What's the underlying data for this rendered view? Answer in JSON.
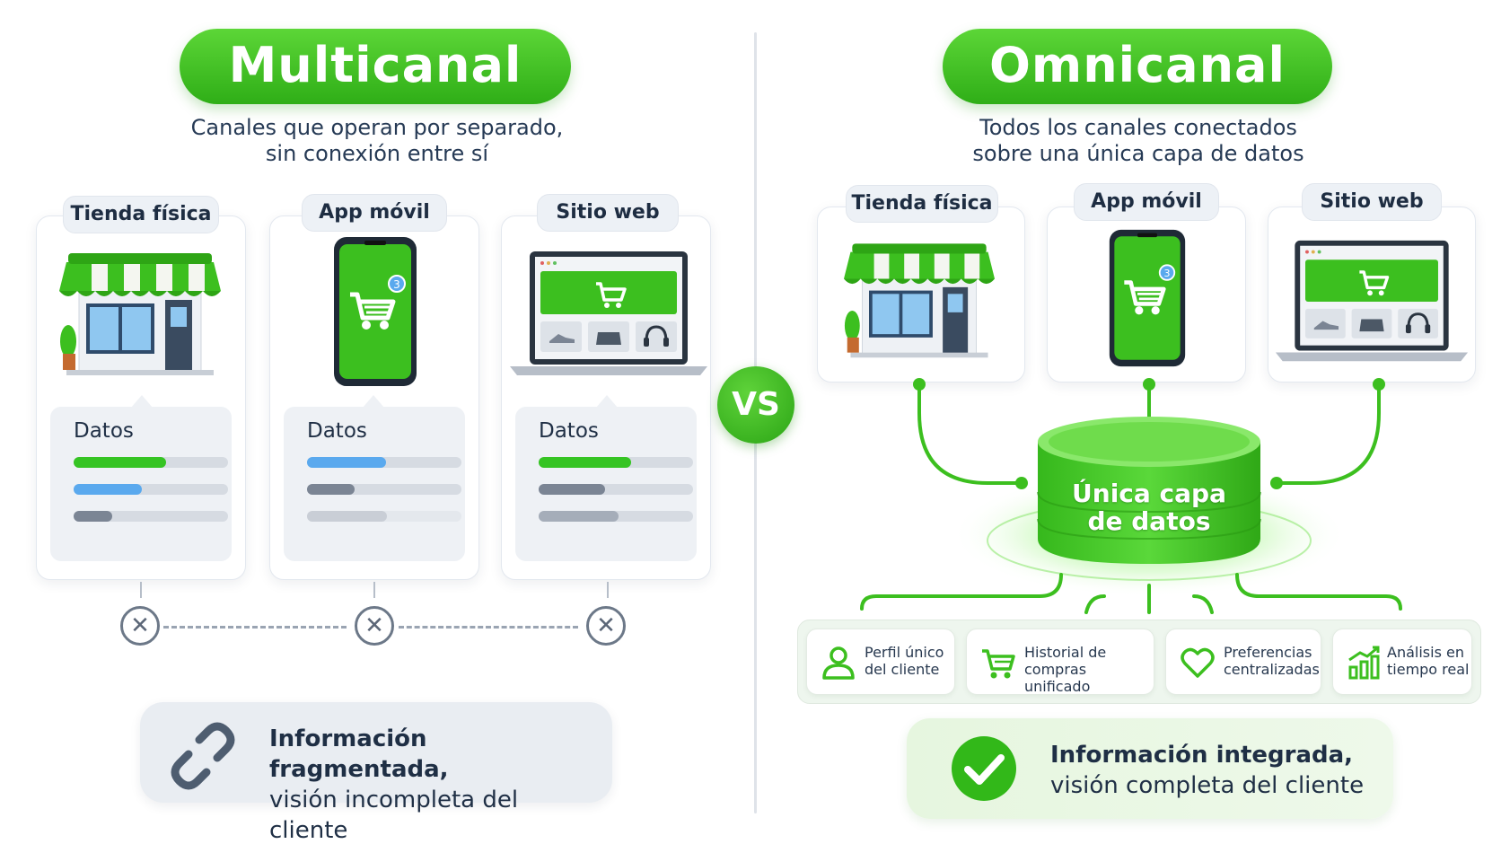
{
  "left": {
    "title": "Multicanal",
    "subtitle_lines": [
      "Canales que operan por separado,",
      "sin conexión entre sí"
    ],
    "channels": [
      {
        "label": "Tienda física",
        "data_label": "Datos",
        "bars": [
          {
            "color": "#35c423",
            "level": 0.6
          },
          {
            "color": "#5aa9ee",
            "level": 0.44
          },
          {
            "color": "#7b8594",
            "level": 0.25
          }
        ]
      },
      {
        "label": "App móvil",
        "data_label": "Datos",
        "bars": [
          {
            "color": "#5aa9ee",
            "level": 0.51
          },
          {
            "color": "#7b8594",
            "level": 0.31
          },
          {
            "color": "#c9ced6",
            "level": 0.52
          }
        ]
      },
      {
        "label": "Sitio web",
        "data_label": "Datos",
        "bars": [
          {
            "color": "#35c423",
            "level": 0.6
          },
          {
            "color": "#7b8594",
            "level": 0.43
          },
          {
            "color": "#a5adb9",
            "level": 0.52
          }
        ]
      }
    ],
    "summary_lines": [
      "Información fragmentada,",
      "visión incompleta del cliente"
    ],
    "icons": {
      "disconnect": "x-circle-icon",
      "summary": "broken-link-icon"
    }
  },
  "vs_label": "VS",
  "right": {
    "title": "Omnicanal",
    "subtitle_lines": [
      "Todos los canales conectados",
      "sobre una única capa de datos"
    ],
    "channels": [
      {
        "label": "Tienda física"
      },
      {
        "label": "App móvil"
      },
      {
        "label": "Sitio web"
      }
    ],
    "hub_lines": [
      "Única capa",
      "de datos"
    ],
    "features": [
      {
        "icon": "user-icon",
        "lines": [
          "Perfil único",
          "del cliente"
        ]
      },
      {
        "icon": "cart-icon",
        "lines": [
          "Historial de",
          "compras unificado"
        ]
      },
      {
        "icon": "heart-icon",
        "lines": [
          "Preferencias",
          "centralizadas"
        ]
      },
      {
        "icon": "chart-icon",
        "lines": [
          "Análisis en",
          "tiempo real"
        ]
      }
    ],
    "summary_lines": [
      "Información integrada,",
      "visión completa del cliente"
    ]
  },
  "phone_badge": "3",
  "colors": {
    "brand_green": "#3cbf1f",
    "accent_blue": "#5aa9ee",
    "text_dark": "#1f2f45"
  }
}
